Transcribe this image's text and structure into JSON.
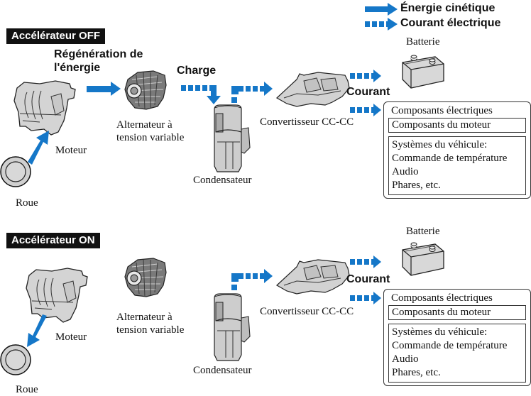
{
  "legend": {
    "kinetic": {
      "label": "Énergie cinétique",
      "style": "solid-arrow"
    },
    "electric": {
      "label": "Courant électrique",
      "style": "dashed-arrow"
    }
  },
  "colors": {
    "arrow": "#1577c8",
    "badge_bg": "#111111",
    "component_fill": "#d6d6d6"
  },
  "panels": [
    {
      "badge": "Accélérateur OFF",
      "flow_labels": {
        "regeneration": "Régénération de l'énergie",
        "regeneration_line1": "Régénération de",
        "regeneration_line2": "l'énergie",
        "charge": "Charge",
        "current": "Courant"
      },
      "components": {
        "wheel": "Roue",
        "engine": "Moteur",
        "alternator_line1": "Alternateur à",
        "alternator_line2": "tension variable",
        "capacitor": "Condensateur",
        "converter": "Convertisseur CC-CC",
        "battery": "Batterie"
      },
      "loads": {
        "electrical": "Composants électriques",
        "engine_components": "Composants du moteur",
        "vehicle_systems": [
          "Systèmes du véhicule:",
          "Commande de température",
          "Audio",
          "Phares, etc."
        ]
      }
    },
    {
      "badge": "Accélérateur ON",
      "flow_labels": {
        "current": "Courant"
      },
      "components": {
        "wheel": "Roue",
        "engine": "Moteur",
        "alternator_line1": "Alternateur à",
        "alternator_line2": "tension variable",
        "capacitor": "Condensateur",
        "converter": "Convertisseur CC-CC",
        "battery": "Batterie"
      },
      "loads": {
        "electrical": "Composants électriques",
        "engine_components": "Composants du moteur",
        "vehicle_systems": [
          "Systèmes du véhicule:",
          "Commande de température",
          "Audio",
          "Phares, etc."
        ]
      }
    }
  ]
}
